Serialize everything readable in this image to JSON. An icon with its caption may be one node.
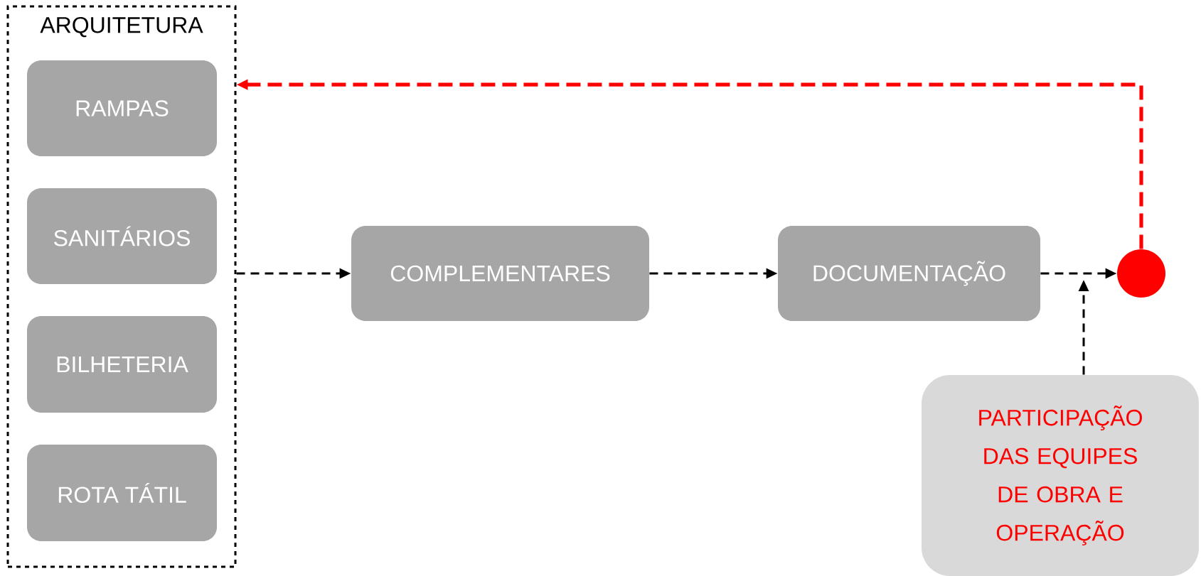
{
  "diagram": {
    "nodes": [
      {
        "text": [
          "ARQUITETURA"
        ]
      },
      {
        "text": [
          "RAMPAS"
        ],
        "in": 0
      },
      {
        "text": [
          "SANITÁRIOS"
        ],
        "in": 0
      },
      {
        "text": [
          "BILHETERIA"
        ],
        "in": 0
      },
      {
        "text": [
          "ROTA TÁTIL"
        ],
        "in": 0
      },
      {
        "text": [
          "COMPLEMENTARES"
        ]
      },
      {
        "text": [
          "DOCUMENTAÇÃO"
        ]
      },
      {
        "text": [],
        "shape": "circle"
      },
      {
        "text": [
          "PARTICIPAÇÃO DAS EQUIPES DE OBRA E OPERAÇÃO"
        ]
      }
    ],
    "edges": [
      {
        "from": 0,
        "to": 5,
        "arrow": "to",
        "style": "dashed"
      },
      {
        "from": 5,
        "to": 6,
        "arrow": "to",
        "style": "dashed"
      },
      {
        "from": 6,
        "to": 7,
        "arrow": "to",
        "style": "dashed"
      },
      {
        "from": 8,
        "to": null,
        "arrow": "to",
        "style": "dashed"
      },
      {
        "from": 7,
        "to": 0,
        "arrow": "to",
        "style": "dashed",
        "color": "#ff0000"
      }
    ]
  }
}
